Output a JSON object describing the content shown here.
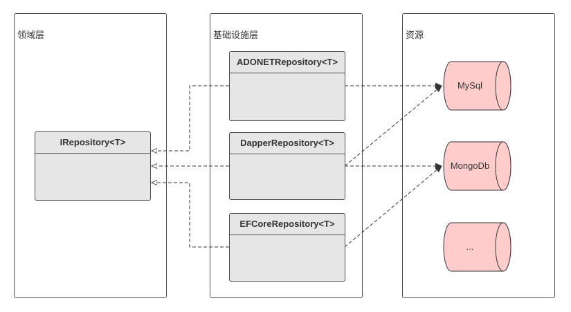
{
  "lanes": {
    "domain": "领域层",
    "infrastructure": "基础设施层",
    "resources": "资源"
  },
  "interface": {
    "title": "IRepository<T>"
  },
  "implementations": [
    {
      "title": "ADONETRepository<T>"
    },
    {
      "title": "DapperRepository<T>"
    },
    {
      "title": "EFCoreRepository<T>"
    }
  ],
  "databases": [
    {
      "label": "MySql"
    },
    {
      "label": "MongoDb"
    },
    {
      "label": "..."
    }
  ],
  "colors": {
    "class_fill": "#e6e6e6",
    "cylinder_fill": "#ffcccc",
    "line": "#333333"
  }
}
